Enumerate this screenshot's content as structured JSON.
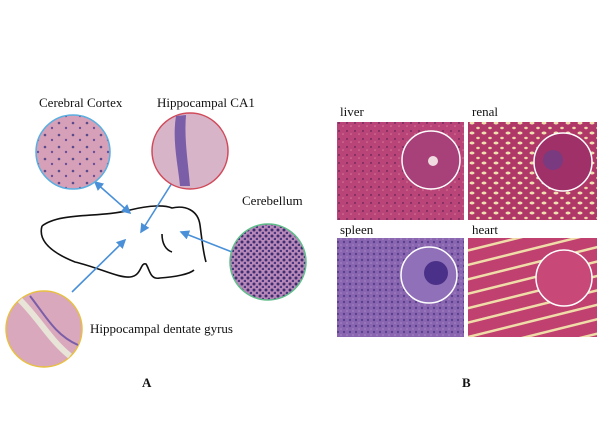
{
  "panel_a": {
    "label": "A",
    "regions": [
      {
        "name": "Cerebral Cortex",
        "ring_color": "#5aaee0"
      },
      {
        "name": "Hippocampal CA1",
        "ring_color": "#d04a5a"
      },
      {
        "name": "Cerebellum",
        "ring_color": "#5fbf8a"
      },
      {
        "name": "Hippocampal dentate gyrus",
        "ring_color": "#e8c040"
      }
    ],
    "arrow_color": "#4a90d8"
  },
  "panel_b": {
    "label": "B",
    "tissues": [
      {
        "name": "liver"
      },
      {
        "name": "renal"
      },
      {
        "name": "spleen"
      },
      {
        "name": "heart"
      }
    ]
  }
}
